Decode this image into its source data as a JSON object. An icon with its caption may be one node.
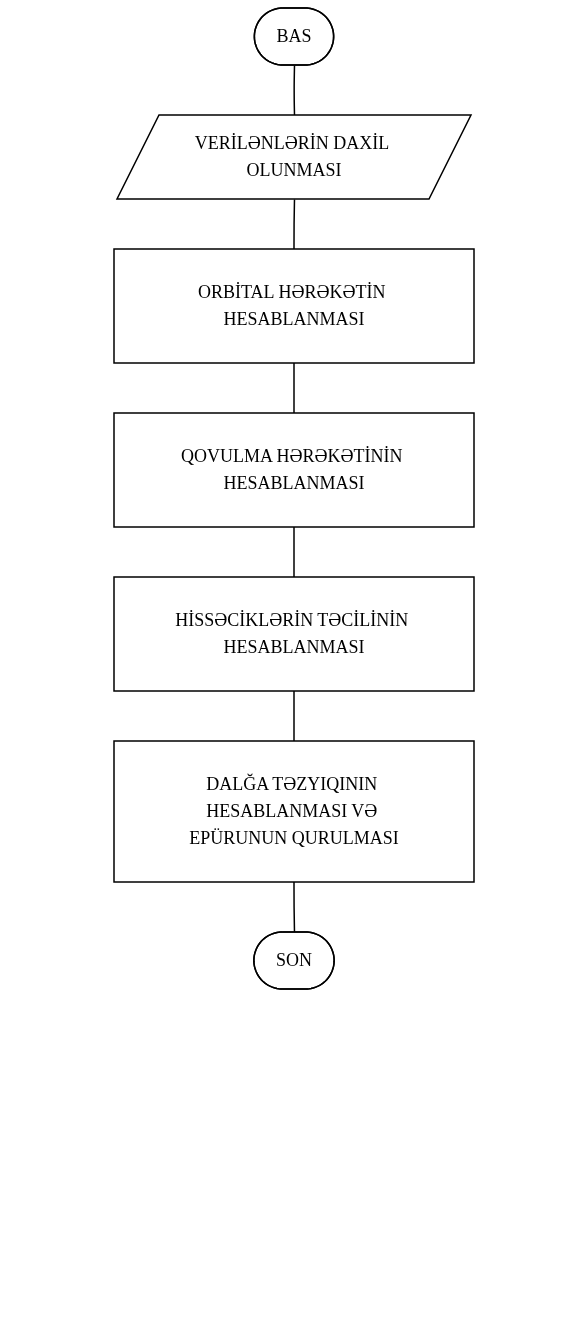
{
  "diagram": {
    "nodes": [
      {
        "text": [
          "BAS"
        ]
      },
      {
        "text": [
          "VERİLƏNLƏRİN DAXİL OLUNMASI"
        ]
      },
      {
        "text": [
          "ORBİTAL HƏRƏKƏTİN HESABLANMASI"
        ]
      },
      {
        "text": [
          "QOVULMA HƏRƏKƏTİNİN HESABLANMASI"
        ]
      },
      {
        "text": [
          "HİSSƏCİKLƏRİN TƏCİLİNİN HESABLANMASI"
        ]
      },
      {
        "text": [
          "DALĞA TƏZYIQININ HESABLANMASI VƏ EPÜRUNUN QURULMASI"
        ]
      },
      {
        "text": [
          "SON"
        ]
      }
    ],
    "edges": [
      {
        "from": 0,
        "to": 1,
        "arrow": "none"
      },
      {
        "from": 1,
        "to": 2,
        "arrow": "none"
      },
      {
        "from": 2,
        "to": 3,
        "arrow": "none"
      },
      {
        "from": 3,
        "to": 4,
        "arrow": "none"
      },
      {
        "from": 4,
        "to": 5,
        "arrow": "none"
      },
      {
        "from": 5,
        "to": 6,
        "arrow": "none"
      }
    ]
  }
}
